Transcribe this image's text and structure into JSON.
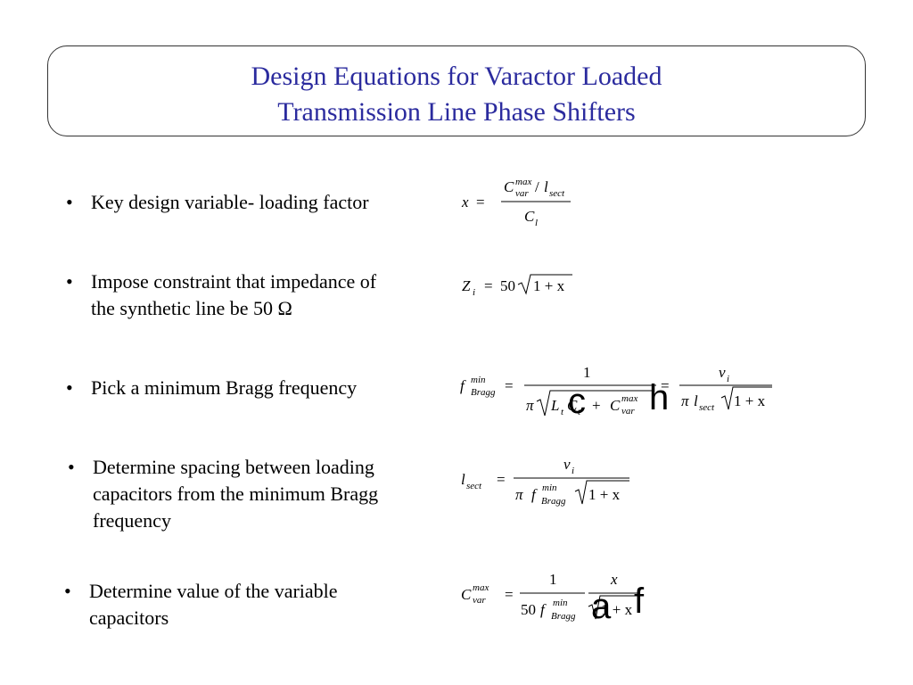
{
  "title": {
    "line1": "Design Equations for Varactor Loaded",
    "line2": "Transmission Line Phase Shifters"
  },
  "bullets": [
    {
      "symbol": "•",
      "lines": [
        "Key design variable- loading factor"
      ]
    },
    {
      "symbol": "•",
      "lines": [
        "Impose constraint that impedance of",
        "the synthetic line be 50 Ω"
      ]
    },
    {
      "symbol": "•",
      "lines": [
        "Pick a minimum Bragg frequency"
      ]
    },
    {
      "symbol": "•",
      "lines": [
        "Determine spacing between loading",
        "capacitors from the minimum Bragg",
        "frequency"
      ]
    },
    {
      "symbol": "•",
      "lines": [
        "Determine value of the variable",
        "capacitors"
      ]
    }
  ],
  "equations": {
    "loading_factor": {
      "lhs": "x",
      "eq": "=",
      "num_c": "C",
      "num_c_sub": "var",
      "num_c_sup": "max",
      "num_div": "/",
      "num_l": "l",
      "num_l_sub": "sect",
      "den_c": "C",
      "den_c_sub": "l"
    },
    "impedance": {
      "z": "Z",
      "z_sub": "i",
      "eq": "=",
      "fifty": "50",
      "root": "1 + x"
    },
    "bragg": {
      "f": "f",
      "f_sub": "Bragg",
      "f_sup": "min",
      "eq": "=",
      "num": "1",
      "pi": "π",
      "L": "L",
      "L_sub": "t",
      "C": "C",
      "C_sub": "t",
      "plus": "+",
      "Cv": "C",
      "Cv_sub": "var",
      "Cv_sup": "max",
      "eq2": "=",
      "v": "v",
      "v_sub": "i",
      "l": "l",
      "l_sub": "sect",
      "root": "1 + x"
    },
    "spacing": {
      "l": "l",
      "l_sub": "sect",
      "eq": "=",
      "v": "v",
      "v_sub": "i",
      "pi": "π",
      "f": "f",
      "f_sub": "Bragg",
      "f_sup": "min",
      "root": "1 + x"
    },
    "capacitor": {
      "c": "C",
      "c_sub": "var",
      "c_sup": "max",
      "eq": "=",
      "num": "1",
      "fifty": "50",
      "f": "f",
      "f_sub": "Bragg",
      "f_sup": "min",
      "x": "x",
      "root": "1 + x"
    }
  },
  "artifacts": {
    "a1": "c",
    "a2": "h",
    "a3": "a",
    "a4": "f"
  }
}
